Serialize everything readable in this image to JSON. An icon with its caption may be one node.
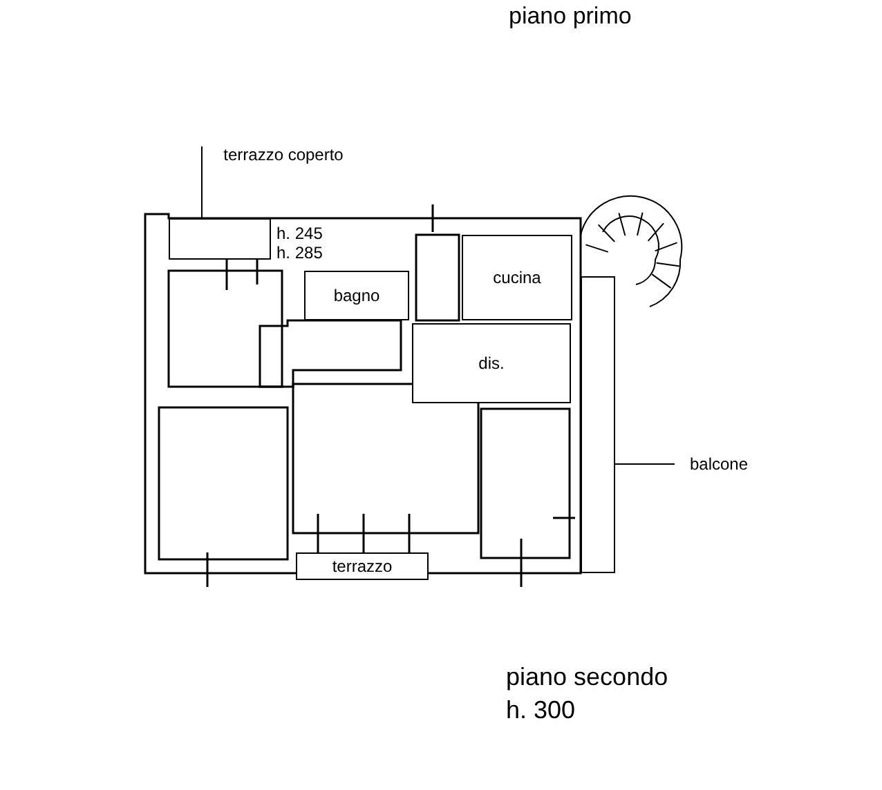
{
  "diagram": {
    "nodes": [
      {
        "text": [
          "terrazzo coperto"
        ]
      },
      {
        "text": [],
        "shape": "box"
      },
      {
        "text": [
          "bagno"
        ]
      },
      {
        "text": [
          "cucina"
        ]
      },
      {
        "text": [
          "dis."
        ]
      },
      {
        "text": [
          "balcone"
        ]
      },
      {
        "text": [],
        "shape": "box"
      },
      {
        "text": [
          "terrazzo"
        ]
      }
    ],
    "edges": [
      {
        "from": 0,
        "to": 1,
        "arrow": "none"
      },
      {
        "from": 5,
        "to": 6,
        "arrow": "none"
      }
    ],
    "labels": [
      "piano primo",
      "h. 245",
      "h. 285",
      "piano secondo",
      "h. 300"
    ]
  }
}
